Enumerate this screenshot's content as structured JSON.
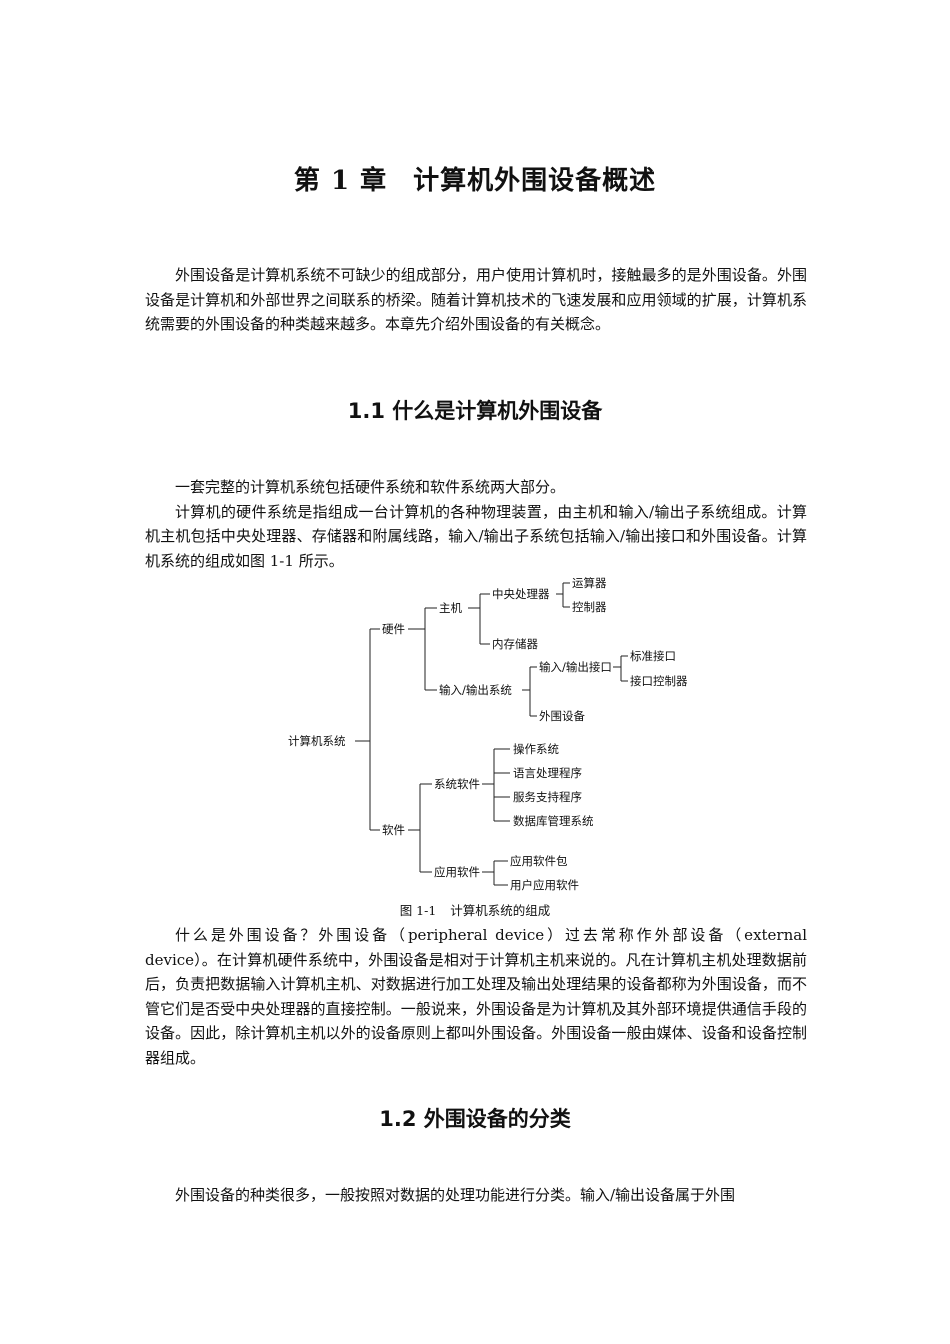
{
  "chapter": {
    "number": "第 1 章",
    "title": "计算机外围设备概述"
  },
  "intro": "外围设备是计算机系统不可缺少的组成部分，用户使用计算机时，接触最多的是外围设备。外围设备是计算机和外部世界之间联系的桥梁。随着计算机技术的飞速发展和应用领域的扩展，计算机系统需要的外围设备的种类越来越多。本章先介绍外围设备的有关概念。",
  "section1": {
    "heading": "1.1  什么是计算机外围设备",
    "p1": "一套完整的计算机系统包括硬件系统和软件系统两大部分。",
    "p2": "计算机的硬件系统是指组成一台计算机的各种物理装置，由主机和输入/输出子系统组成。计算机主机包括中央处理器、存储器和附属线路，输入/输出子系统包括输入/输出接口和外围设备。计算机系统的组成如图 1-1 所示。",
    "p3": "什么是外围设备？外围设备（peripheral device）过去常称作外部设备（external device）。在计算机硬件系统中，外围设备是相对于计算机主机来说的。凡在计算机主机处理数据前后，负责把数据输入计算机主机、对数据进行加工处理及输出处理结果的设备都称为外围设备，而不管它们是否受中央处理器的直接控制。一般说来，外围设备是为计算机及其外部环境提供通信手段的设备。因此，除计算机主机以外的设备原则上都叫外围设备。外围设备一般由媒体、设备和设备控制器组成。"
  },
  "figure": {
    "number": "图 1-1",
    "caption": "计算机系统的组成",
    "tree": {
      "root": "计算机系统",
      "hardware": "硬件",
      "host": "主机",
      "cpu": "中央处理器",
      "alu": "运算器",
      "controller": "控制器",
      "memory": "内存储器",
      "io_system": "输入/输出系统",
      "io_interface": "输入/输出接口",
      "std_interface": "标准接口",
      "iface_controller": "接口控制器",
      "peripheral": "外围设备",
      "software": "软件",
      "sys_software": "系统软件",
      "os": "操作系统",
      "lang": "语言处理程序",
      "service": "服务支持程序",
      "dbms": "数据库管理系统",
      "app_software": "应用软件",
      "app_package": "应用软件包",
      "user_app": "用户应用软件"
    }
  },
  "section2": {
    "heading": "1.2  外围设备的分类",
    "p1": "外围设备的种类很多，一般按照对数据的处理功能进行分类。输入/输出设备属于外围"
  }
}
